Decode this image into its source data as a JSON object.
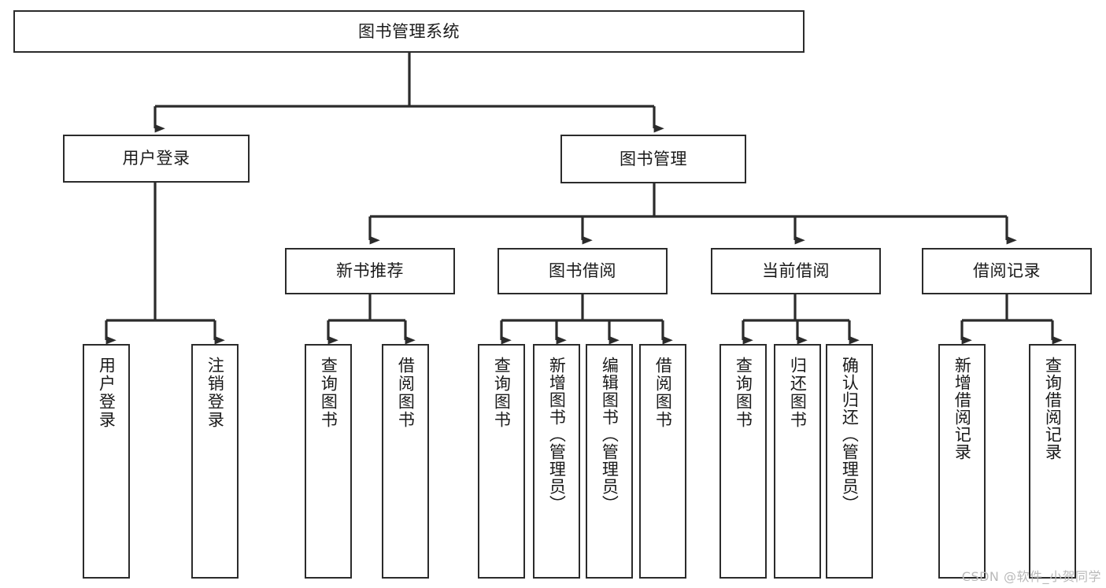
{
  "diagram": {
    "title": "图书管理系统",
    "type": "tree",
    "watermark": "CSDN @软件_小贺同学",
    "colors": {
      "box_border": "#2b2b2b",
      "box_fill": "#ffffff",
      "connector": "#2b2b2b",
      "text": "#1a1a1a",
      "watermark": "#b9b9b9",
      "background": "#ffffff"
    },
    "root": {
      "label": "图书管理系统",
      "orientation": "horizontal"
    },
    "level2": [
      {
        "label": "用户登录",
        "orientation": "horizontal"
      },
      {
        "label": "图书管理",
        "orientation": "horizontal"
      }
    ],
    "level3": [
      {
        "label": "新书推荐",
        "orientation": "horizontal"
      },
      {
        "label": "图书借阅",
        "orientation": "horizontal"
      },
      {
        "label": "当前借阅",
        "orientation": "horizontal"
      },
      {
        "label": "借阅记录",
        "orientation": "horizontal"
      }
    ],
    "leaves": {
      "user_login": [
        {
          "label": "用户登录",
          "orientation": "vertical"
        },
        {
          "label": "注销登录",
          "orientation": "vertical"
        }
      ],
      "new_book_recommend": [
        {
          "label": "查询图书",
          "orientation": "vertical"
        },
        {
          "label": "借阅图书",
          "orientation": "vertical"
        }
      ],
      "book_borrow": [
        {
          "label": "查询图书",
          "orientation": "vertical"
        },
        {
          "label": "新增图书（管理员）",
          "orientation": "vertical"
        },
        {
          "label": "编辑图书（管理员）",
          "orientation": "vertical"
        },
        {
          "label": "借阅图书",
          "orientation": "vertical"
        }
      ],
      "current_borrow": [
        {
          "label": "查询图书",
          "orientation": "vertical"
        },
        {
          "label": "归还图书",
          "orientation": "vertical"
        },
        {
          "label": "确认归还（管理员）",
          "orientation": "vertical"
        }
      ],
      "borrow_record": [
        {
          "label": "新增借阅记录",
          "orientation": "vertical"
        },
        {
          "label": "查询借阅记录",
          "orientation": "vertical"
        }
      ]
    }
  }
}
